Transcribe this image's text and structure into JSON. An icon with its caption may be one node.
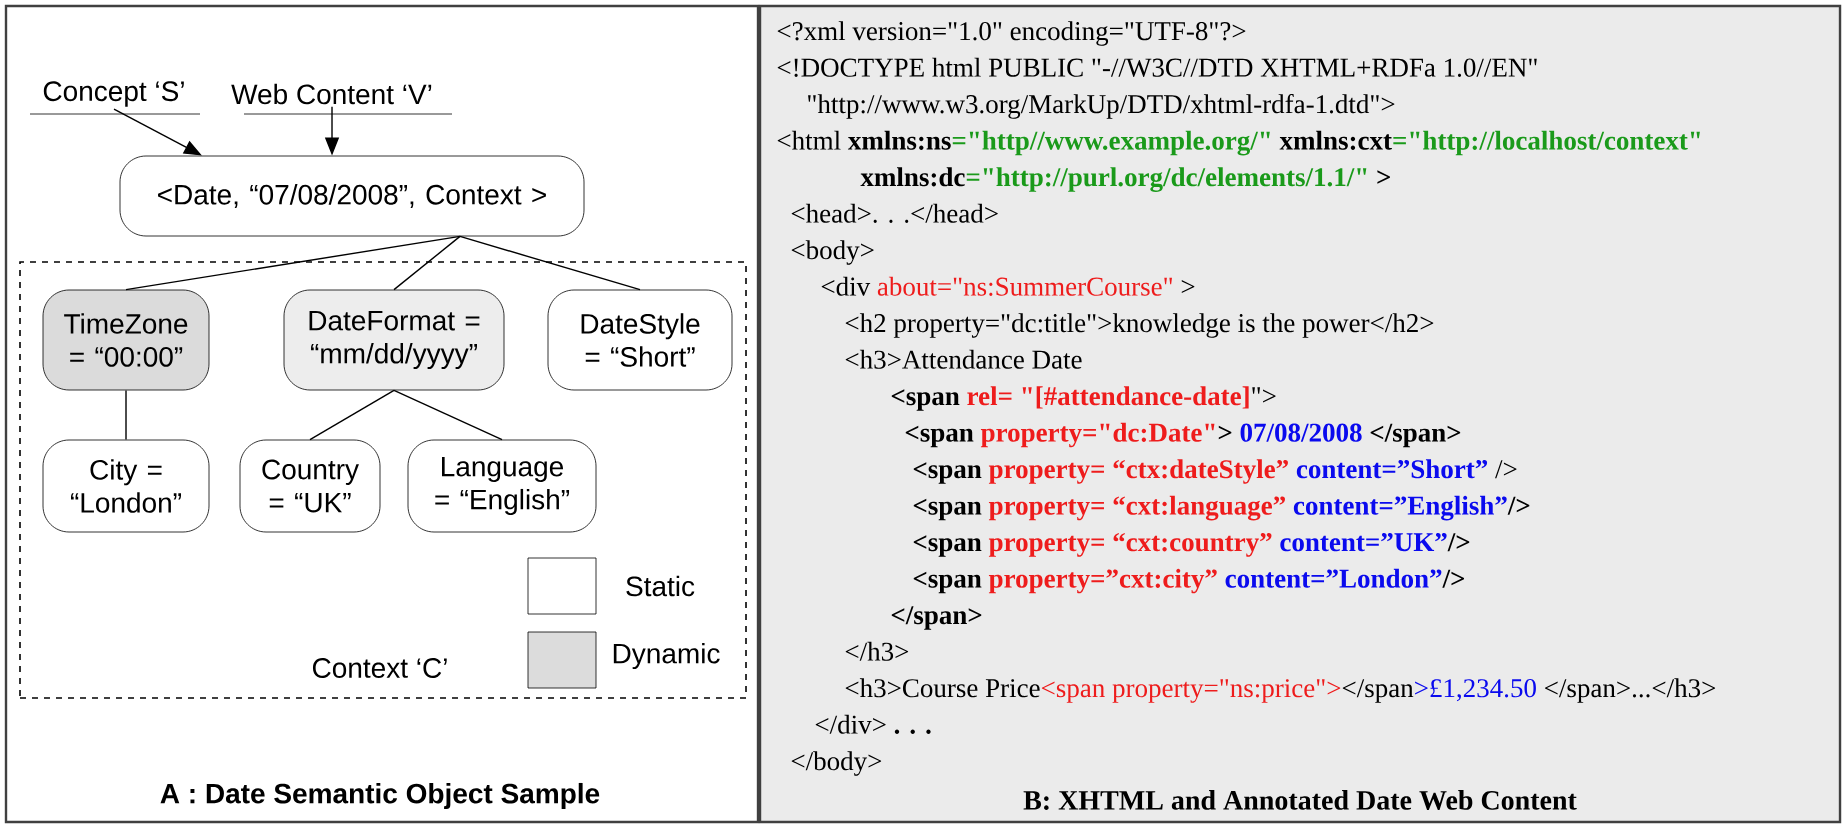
{
  "diagram": {
    "nodes": [
      {
        "text": [
          "Concept ‘S’"
        ]
      },
      {
        "text": [
          "Web Content ‘V’"
        ]
      },
      {
        "text": [
          "<Date, “07/08/2008”, Context >"
        ]
      },
      {
        "text": [
          "Context ‘C’"
        ]
      },
      {
        "text": [
          "TimeZone = “00:00”"
        ],
        "in": 3
      },
      {
        "text": [
          "DateFormat = “mm/dd/yyyy”"
        ],
        "in": 3
      },
      {
        "text": [
          "DateStyle = “Short”"
        ],
        "in": 3
      },
      {
        "text": [
          "City = “London”"
        ],
        "in": 3
      },
      {
        "text": [
          "Country = “UK”"
        ],
        "in": 3
      },
      {
        "text": [
          "Language = “English”"
        ],
        "in": 3
      }
    ],
    "edges": [
      {
        "from": 0,
        "to": 2,
        "arrow": "to"
      },
      {
        "from": 1,
        "to": 2,
        "arrow": "to"
      },
      {
        "from": 2,
        "to": 4,
        "arrow": "none"
      },
      {
        "from": 2,
        "to": 5,
        "arrow": "none"
      },
      {
        "from": 2,
        "to": 6,
        "arrow": "none"
      },
      {
        "from": 4,
        "to": 7,
        "arrow": "none"
      },
      {
        "from": 5,
        "to": 8,
        "arrow": "none"
      },
      {
        "from": 5,
        "to": 9,
        "arrow": "none"
      }
    ],
    "labels": [
      "A : Date Semantic Object Sample",
      "<?xml version=\"1.0\" encoding=\"UTF-8\"?>",
      "<!DOCTYPE html PUBLIC \"-//W3C//DTD XHTML+RDFa 1.0//EN\"",
      "\"http://www.w3.org/MarkUp/DTD/xhtml-rdfa-1.dtd\">",
      "<html",
      "xmlns:ns",
      "=\"http//www.example.org/\"",
      "xmlns:cxt",
      "=\"http://localhost/context\"",
      "xmlns:dc",
      "=\"http://purl.org/dc/elements/1.1/\"",
      ">",
      "<head>. . .</head>",
      "<body>",
      "<div",
      "about=\"ns:SummerCourse\"",
      ">",
      "<h2 property=\"dc:title\">knowledge is the power</h2>",
      "<h3>Attendance Date",
      "<span",
      "rel= \"[#attendance-date]",
      "\">",
      "<span",
      "property=\"dc:Date\"",
      ">",
      "07/08/2008",
      "</span>",
      "<span",
      "property= “ctx:dateStyle”",
      "content=”Short”",
      "/>",
      "<span",
      "property= “cxt:language”",
      "content=”English”",
      "/>",
      "<span",
      "property= “cxt:country”",
      "content=”UK”",
      "/>",
      "<span",
      "property=”cxt:city”",
      "content=”London”",
      "/>",
      "</span>",
      "</h3>",
      "<h3>Course Price",
      "<span property=\"ns:price\">",
      "</span",
      ">£1,234.50",
      "</span>...</h3>",
      "</div>",
      ". . .",
      "</body>",
      "B: XHTML and Annotated Date Web Content"
    ],
    "legend": [
      {
        "text": "Static"
      },
      {
        "text": "Dynamic",
        "color": "#dcdcdc"
      }
    ]
  }
}
